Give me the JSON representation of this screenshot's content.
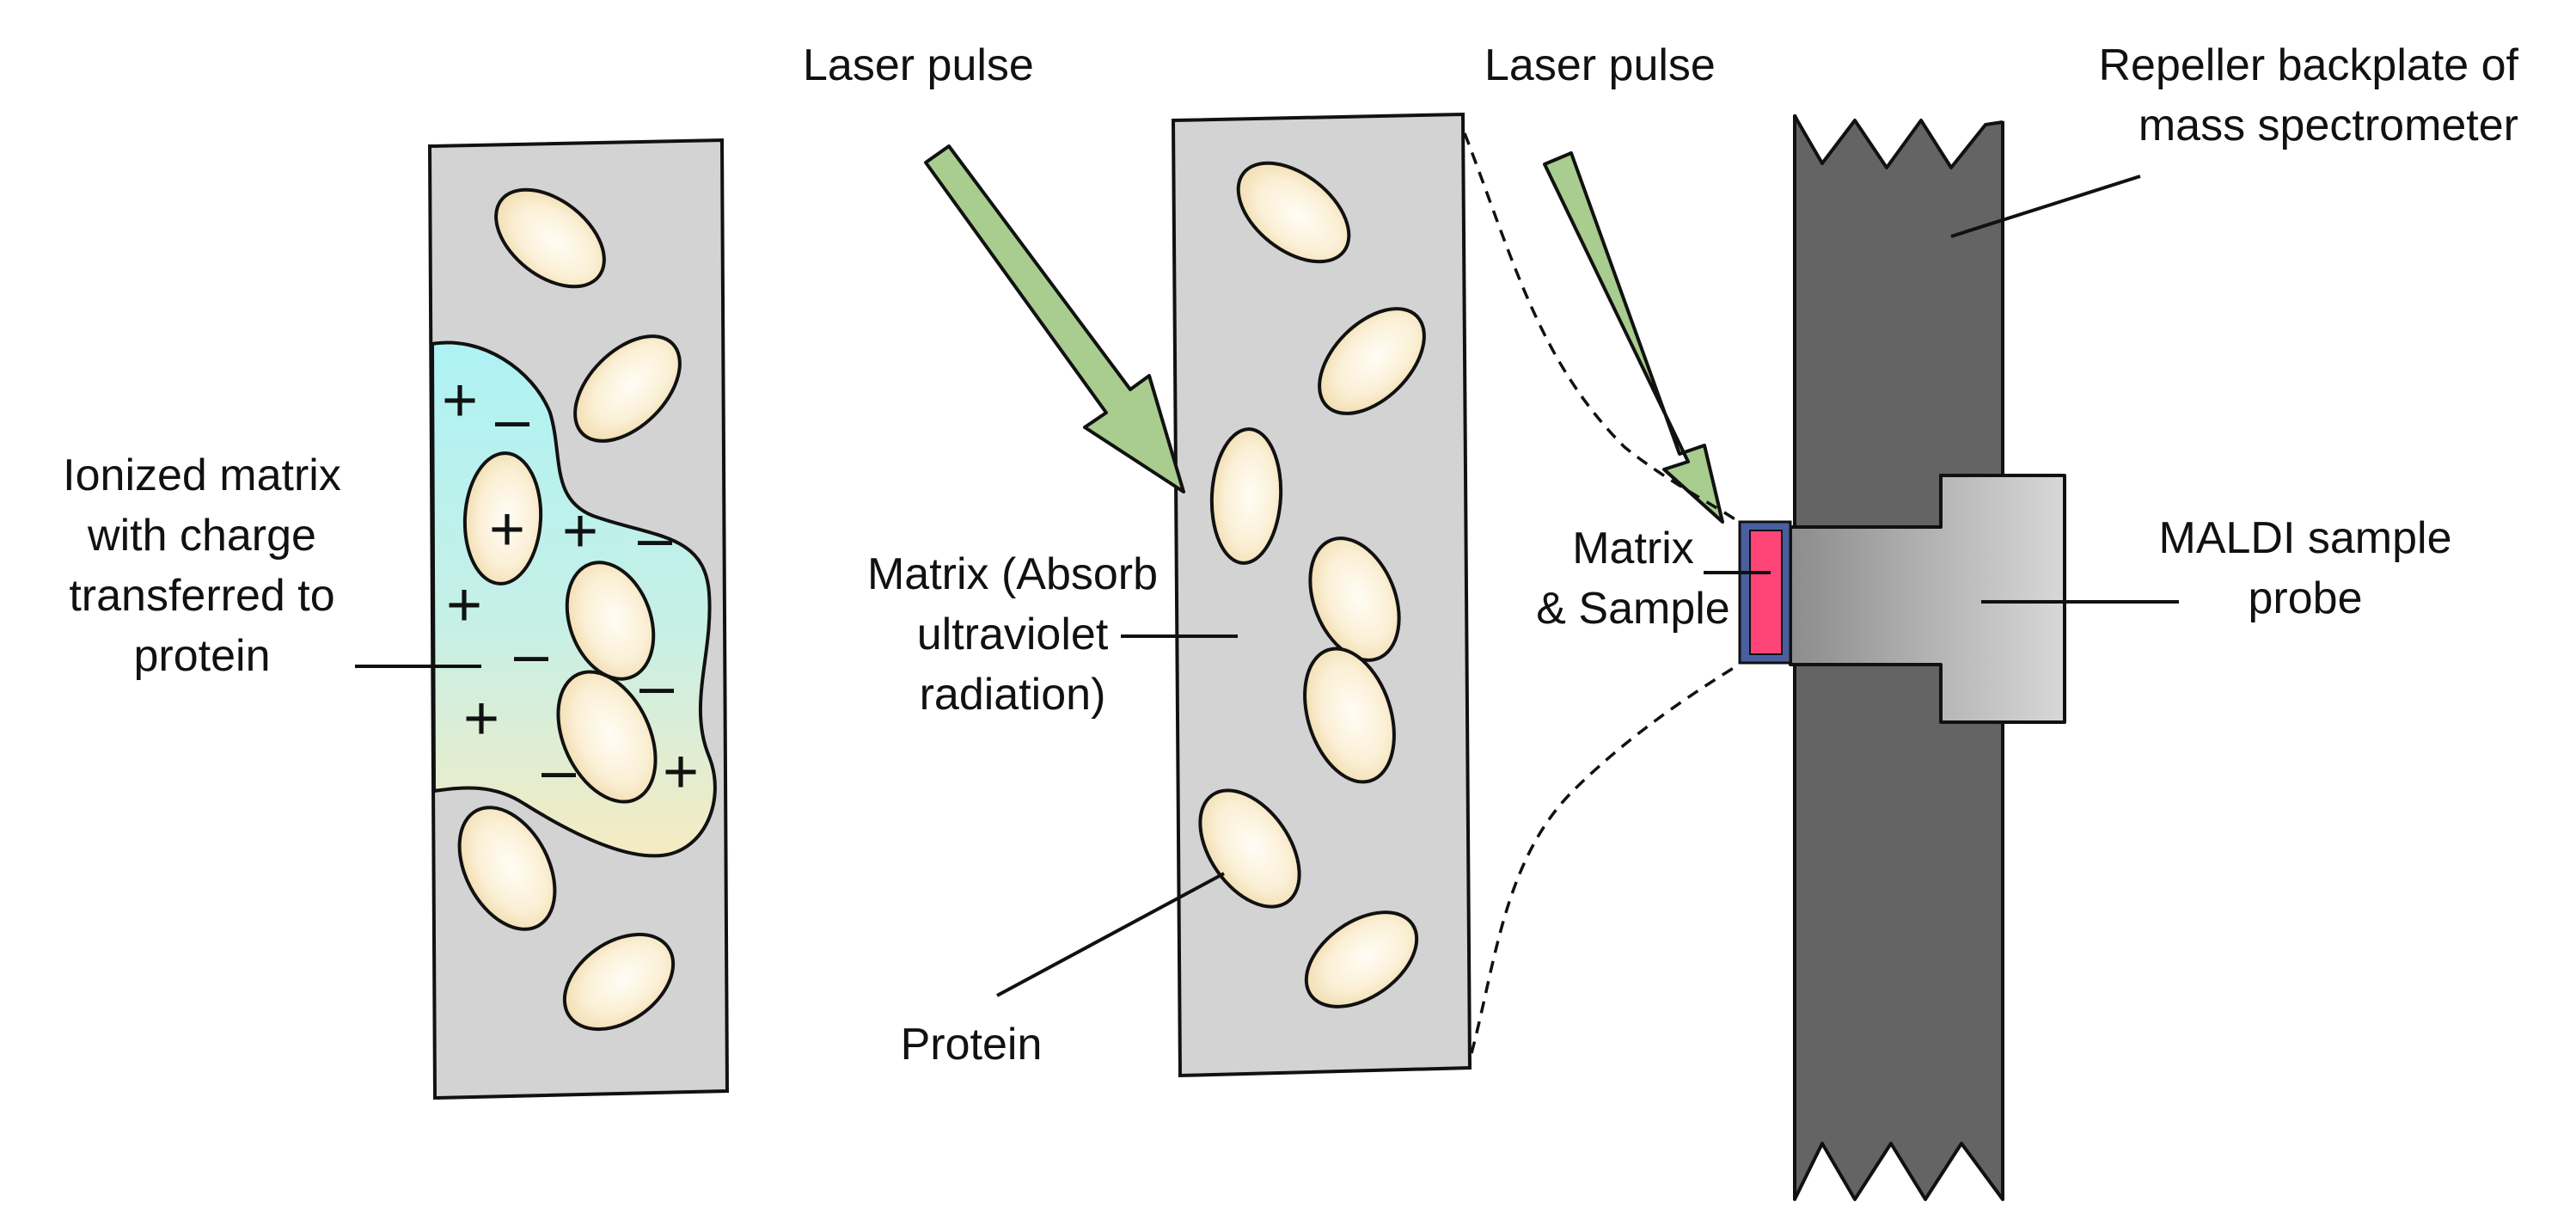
{
  "labels": {
    "laser_pulse_left": "Laser pulse",
    "laser_pulse_right": "Laser pulse",
    "repeller_line1": "Repeller backplate of",
    "repeller_line2": "mass spectrometer",
    "ionized_line1": "Ionized matrix",
    "ionized_line2": "with charge",
    "ionized_line3": "transferred to",
    "ionized_line4": "protein",
    "matrix_line1": "Matrix (Absorb",
    "matrix_line2": "ultraviolet",
    "matrix_line3": "radiation)",
    "protein": "Protein",
    "matrix_sample_line1": "Matrix",
    "matrix_sample_line2": "& Sample",
    "probe_line1": "MALDI sample",
    "probe_line2": "probe"
  },
  "charge_symbols": {
    "plus": "+",
    "minus": "–"
  },
  "colors": {
    "slab_fill": "#d3d3d3",
    "protein_fill": "#f6e6bf",
    "ionized_gradient_top": "#aef2f4",
    "ionized_gradient_bottom": "#f5ebc2",
    "laser_arrow": "#a8cd8e",
    "backplate": "#646464",
    "probe_light": "#d6d6d6",
    "probe_dark": "#8a8a8a",
    "sample_fill": "#ff4478",
    "sample_border": "#4a5fa0"
  }
}
